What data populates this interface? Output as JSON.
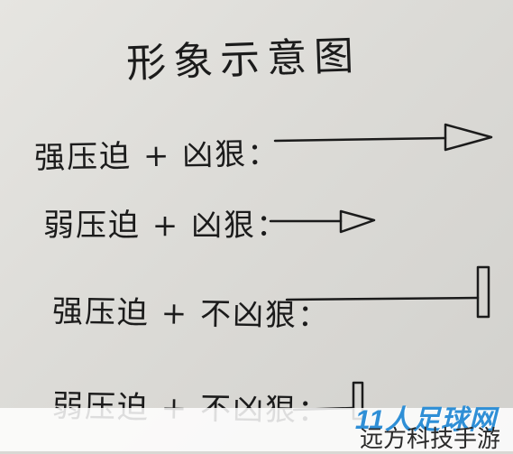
{
  "title": "形象示意图",
  "rows": [
    {
      "label": "强压迫 + 凶狠：",
      "arrow": "long-triangle-arrow"
    },
    {
      "label": "弱压迫 + 凶狠：",
      "arrow": "short-triangle-arrow"
    },
    {
      "label": "强压迫 + 不凶狠：",
      "arrow": "long-bar-end"
    },
    {
      "label": "弱压迫 + 不凶狠：",
      "arrow": "short-bar-end"
    }
  ],
  "watermark": {
    "logo": "11人足球网",
    "caption": "远方科技手游",
    "logo_color": "#2f8fd6"
  },
  "ink_color": "#1b1b1b"
}
